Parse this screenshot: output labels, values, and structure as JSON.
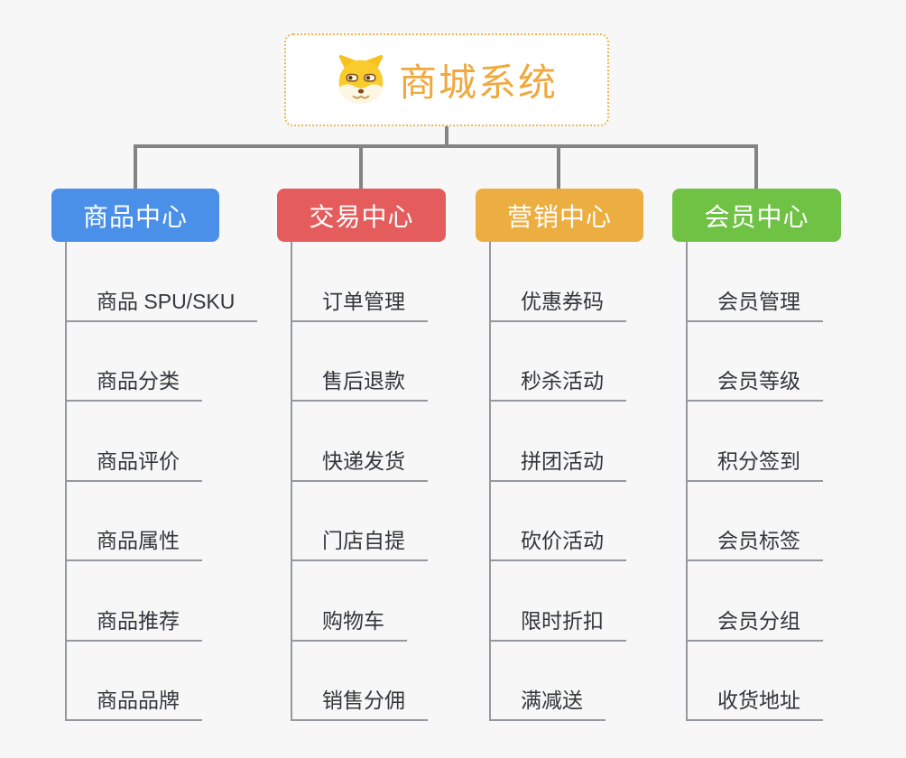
{
  "root": {
    "title": "商城系统",
    "icon": "doge-icon",
    "border_color": "#F4B44E",
    "title_color": "#F1A83D"
  },
  "connector_color": "#848484",
  "underline_color": "#95989D",
  "background_color": "#F7F7F7",
  "branches": [
    {
      "label": "商品中心",
      "color": "#4A8FE8",
      "items": [
        "商品 SPU/SKU",
        "商品分类",
        "商品评价",
        "商品属性",
        "商品推荐",
        "商品品牌"
      ]
    },
    {
      "label": "交易中心",
      "color": "#E45C5C",
      "items": [
        "订单管理",
        "售后退款",
        "快递发货",
        "门店自提",
        "购物车",
        "销售分佣"
      ]
    },
    {
      "label": "营销中心",
      "color": "#ECAE40",
      "items": [
        "优惠券码",
        "秒杀活动",
        "拼团活动",
        "砍价活动",
        "限时折扣",
        "满减送"
      ]
    },
    {
      "label": "会员中心",
      "color": "#70C244",
      "items": [
        "会员管理",
        "会员等级",
        "积分签到",
        "会员标签",
        "会员分组",
        "收货地址"
      ]
    }
  ]
}
